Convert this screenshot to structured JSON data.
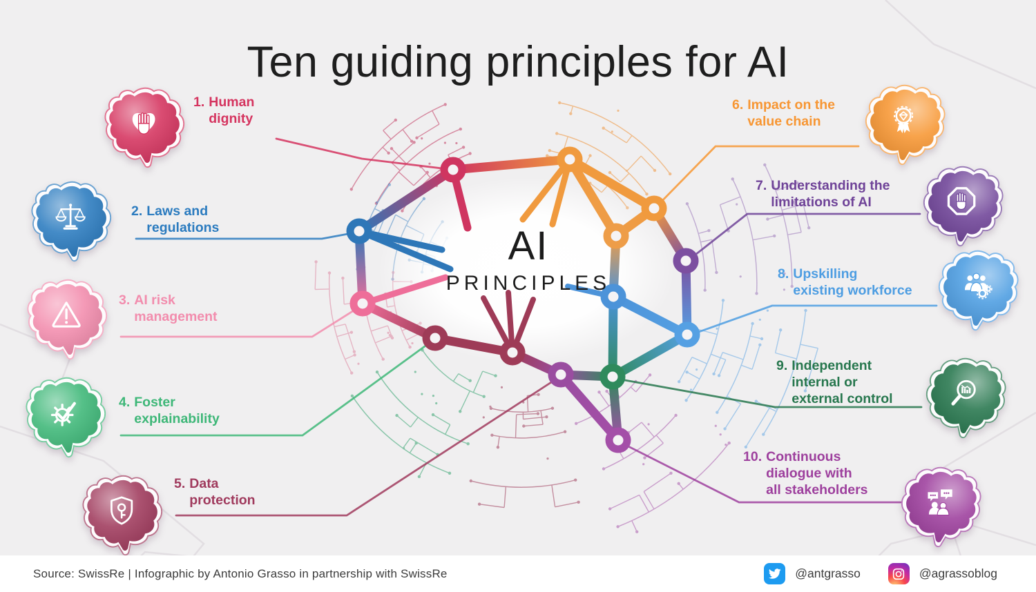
{
  "title": "Ten guiding principles for AI",
  "center": {
    "line1": "AI",
    "line2": "PRINCIPLES"
  },
  "principles": [
    {
      "num": "1.",
      "label": "Human\ndignity",
      "color": "#d5345f",
      "icon": "heart-hand"
    },
    {
      "num": "2.",
      "label": "Laws and\nregulations",
      "color": "#2b7bbf",
      "icon": "scales"
    },
    {
      "num": "3.",
      "label": "AI risk\nmanagement",
      "color": "#f28cad",
      "icon": "warning-triangle"
    },
    {
      "num": "4.",
      "label": "Foster\nexplainability",
      "color": "#3eb778",
      "icon": "gear-check"
    },
    {
      "num": "5.",
      "label": "Data\nprotection",
      "color": "#a03a5d",
      "icon": "shield-key"
    },
    {
      "num": "6.",
      "label": "Impact on the\nvalue chain",
      "color": "#f79633",
      "icon": "medal"
    },
    {
      "num": "7.",
      "label": "Understanding the\nlimitations of AI",
      "color": "#6f4398",
      "icon": "stop-hand"
    },
    {
      "num": "8.",
      "label": "Upskilling\nexisting workforce",
      "color": "#4d9de2",
      "icon": "people-gears"
    },
    {
      "num": "9.",
      "label": "Independent\ninternal or\nexternal control",
      "color": "#27774e",
      "icon": "magnifier-chart"
    },
    {
      "num": "10.",
      "label": "Continuous\ndialogue with\nall stakeholders",
      "color": "#9d3f9d",
      "icon": "dialogue-people"
    }
  ],
  "footer": {
    "source": "Source: SwissRe | Infographic by Antonio Grasso in partnership with SwissRe",
    "twitter": "@antgrasso",
    "instagram": "@agrassoblog"
  }
}
